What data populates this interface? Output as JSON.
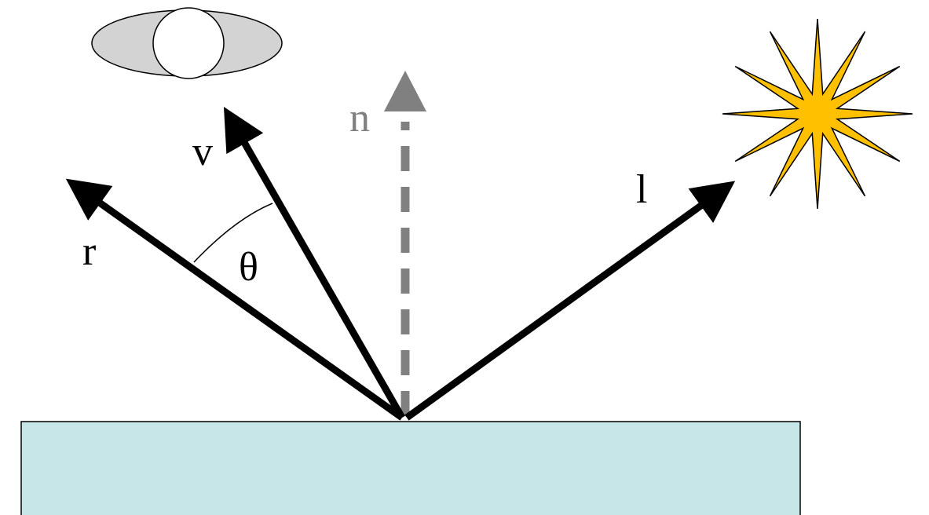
{
  "labels": {
    "normal": "n",
    "view": "v",
    "reflect": "r",
    "light": "l",
    "angle": "θ"
  },
  "colors": {
    "surface_fill": "#c6e6e8",
    "surface_stroke": "#000000",
    "vector": "#000000",
    "normal": "#808080",
    "sun_fill": "#ffc000",
    "eye_fill": "#d3d3d3",
    "eye_pupil": "#ffffff"
  },
  "icons": {
    "eye": "eye-icon",
    "sun": "sun-icon"
  }
}
